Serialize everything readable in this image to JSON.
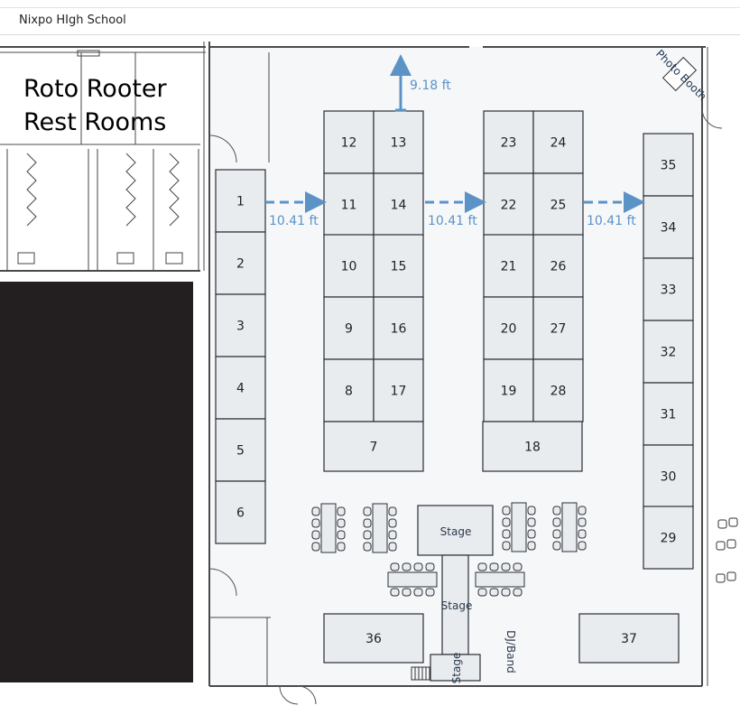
{
  "header": {
    "title": "Nixpo HIgh School"
  },
  "restrooms": {
    "line1": "Roto Rooter",
    "line2": "Rest Rooms"
  },
  "measurements": {
    "top": "9.18 ft",
    "gap1": "10.41 ft",
    "gap2": "10.41 ft",
    "gap3": "10.41 ft"
  },
  "labels": {
    "photo_booth": "Photo Booth",
    "stage_main": "Stage",
    "stage_runway": "Stage",
    "stage_end": "Stage",
    "dj_band": "DJ/Band"
  },
  "booths": {
    "b1": "1",
    "b2": "2",
    "b3": "3",
    "b4": "4",
    "b5": "5",
    "b6": "6",
    "b7": "7",
    "b8": "8",
    "b9": "9",
    "b10": "10",
    "b11": "11",
    "b12": "12",
    "b13": "13",
    "b14": "14",
    "b15": "15",
    "b16": "16",
    "b17": "17",
    "b18": "18",
    "b19": "19",
    "b20": "20",
    "b21": "21",
    "b22": "22",
    "b23": "23",
    "b24": "24",
    "b25": "25",
    "b26": "26",
    "b27": "27",
    "b28": "28",
    "b29": "29",
    "b30": "30",
    "b31": "31",
    "b32": "32",
    "b33": "33",
    "b34": "34",
    "b35": "35",
    "b36": "36",
    "b37": "37"
  },
  "colors": {
    "booth_fill": "#e9ecef",
    "booth_stroke": "#2a2f36",
    "arrow": "#5b93c7",
    "dark_block": "#231f20",
    "floor": "#f6f7f9"
  }
}
